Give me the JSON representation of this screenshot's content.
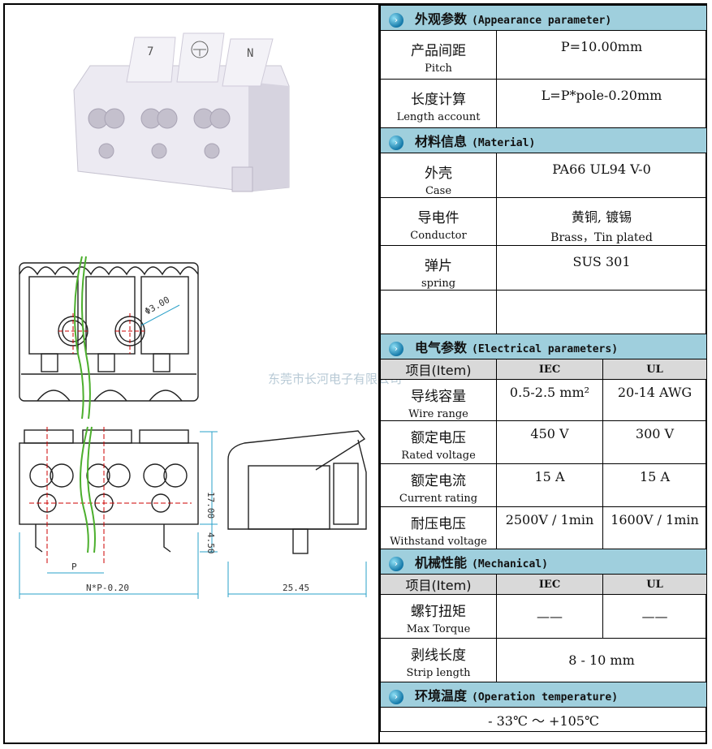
{
  "watermark": "东莞市长河电子有限公司",
  "drawing": {
    "dia": "Φ3.00",
    "h1": "17.00",
    "h2": "4.50",
    "pitch": "P",
    "width": "N*P-0.20",
    "depth": "25.45",
    "tab_labels": [
      "7",
      "N"
    ]
  },
  "appearance": {
    "title": "外观参数",
    "title_en": "(Appearance parameter)",
    "rows": [
      {
        "cn": "产品间距",
        "en": "Pitch",
        "value": "P=10.00mm"
      },
      {
        "cn": "长度计算",
        "en": "Length account",
        "value": "L=P*pole-0.20mm"
      }
    ]
  },
  "material": {
    "title": "材料信息",
    "title_en": "(Material)",
    "rows": [
      {
        "cn": "外壳",
        "en": "Case",
        "value": "PA66 UL94 V-0",
        "value2": ""
      },
      {
        "cn": "导电件",
        "en": "Conductor",
        "value": "黄铜, 镀锡",
        "value2": "Brass，Tin plated"
      },
      {
        "cn": "弹片",
        "en": "spring",
        "value": "SUS 301",
        "value2": ""
      }
    ]
  },
  "electrical": {
    "title": "电气参数",
    "title_en": "(Electrical parameters)",
    "col_item": "项目(Item)",
    "col_iec": "IEC",
    "col_ul": "UL",
    "rows": [
      {
        "cn": "导线容量",
        "en": "Wire range",
        "iec": "0.5-2.5 mm²",
        "ul": "20-14 AWG"
      },
      {
        "cn": "额定电压",
        "en": "Rated voltage",
        "iec": "450 V",
        "ul": "300 V"
      },
      {
        "cn": "额定电流",
        "en": "Current rating",
        "iec": "15 A",
        "ul": "15 A"
      },
      {
        "cn": "耐压电压",
        "en": "Withstand voltage",
        "iec": "2500V / 1min",
        "ul": "1600V / 1min"
      }
    ]
  },
  "mechanical": {
    "title": "机械性能",
    "title_en": "(Mechanical)",
    "col_item": "项目(Item)",
    "col_iec": "IEC",
    "col_ul": "UL",
    "rows": [
      {
        "cn": "螺钉扭矩",
        "en": "Max Torque",
        "iec": "——",
        "ul": "——"
      },
      {
        "cn": "剥线长度",
        "en": "Strip length",
        "value": "8 - 10 mm"
      }
    ]
  },
  "temperature": {
    "title": "环境温度",
    "title_en": "(Operation temperature)",
    "value": "- 33℃ ～ +105℃"
  }
}
